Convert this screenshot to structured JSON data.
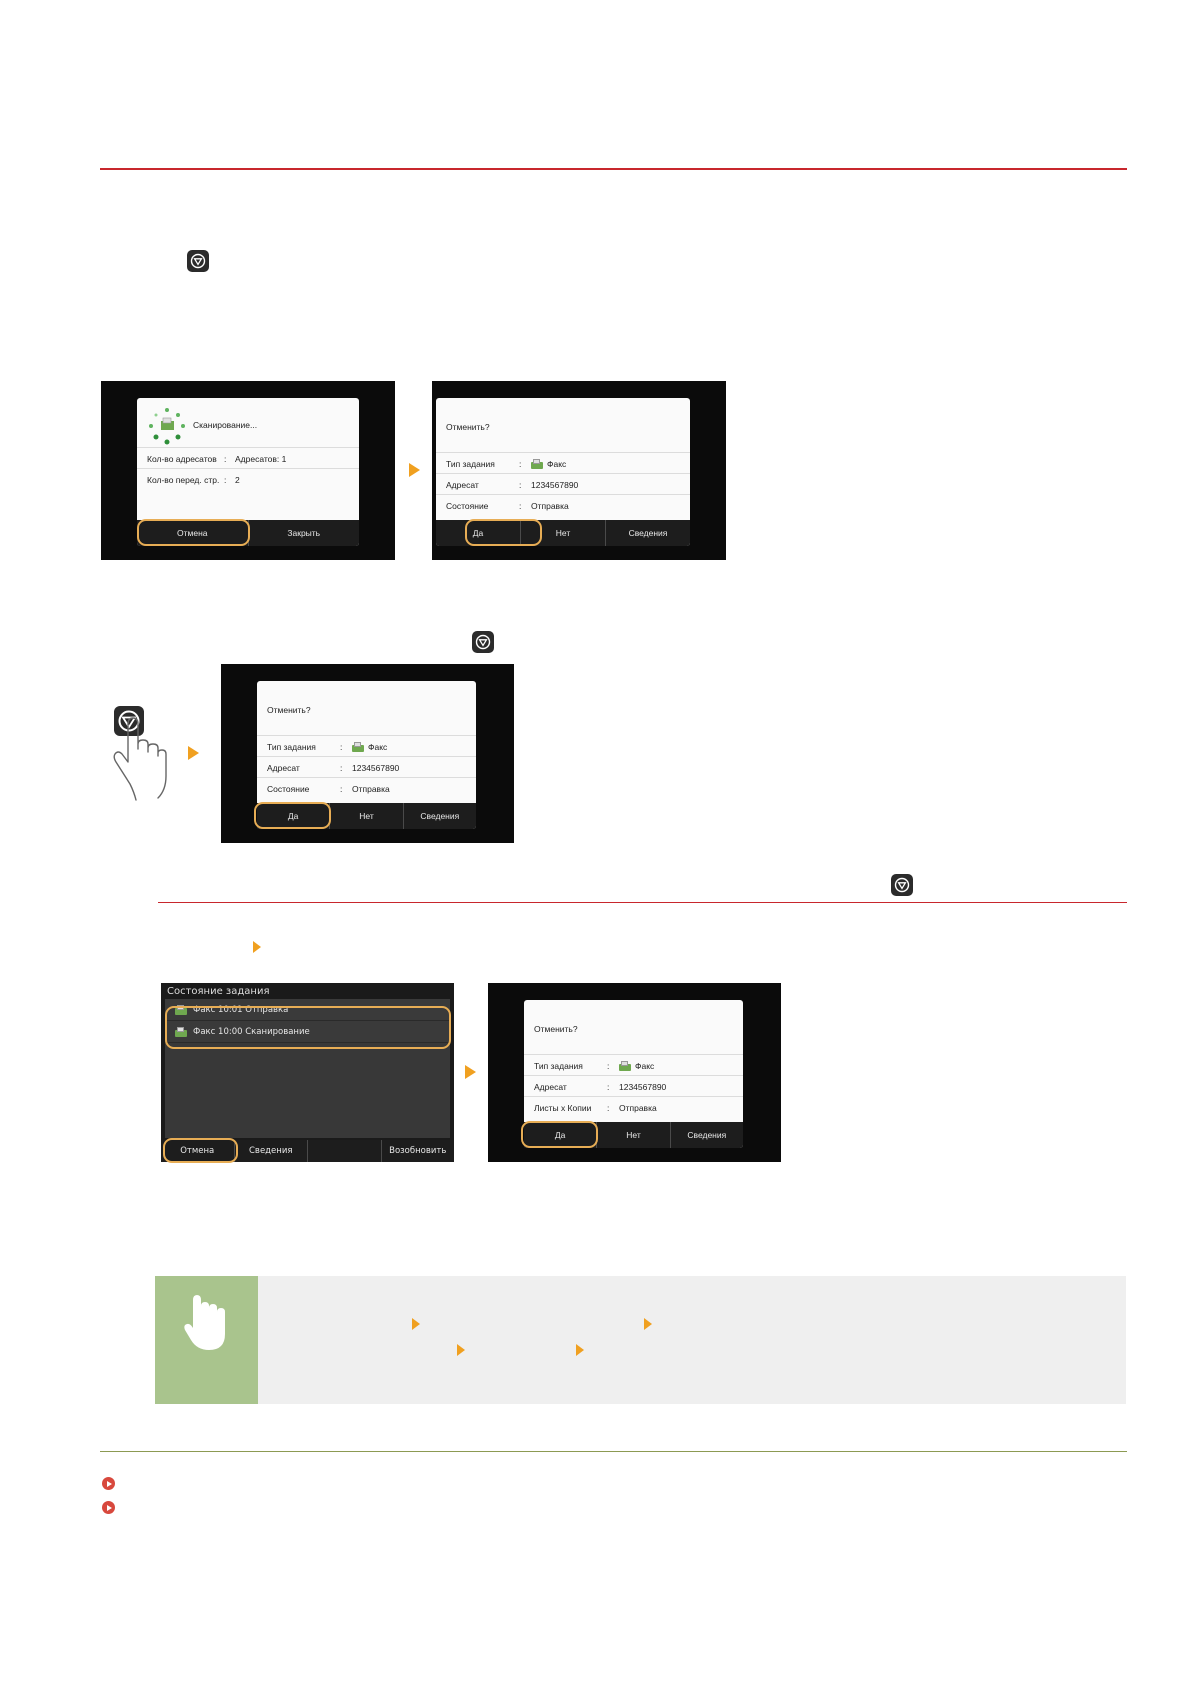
{
  "scan_progress_dialog": {
    "status_text": "Сканирование...",
    "rows": [
      {
        "label": "Кол-во адресатов",
        "value": "Адресатов: 1"
      },
      {
        "label": "Кол-во перед. стр.",
        "value": "2"
      }
    ],
    "buttons": [
      "Отмена",
      "Закрыть"
    ]
  },
  "cancel_dialog_1": {
    "title": "Отменить?",
    "rows": [
      {
        "label": "Тип задания",
        "value": "Факс"
      },
      {
        "label": "Адресат",
        "value": "1234567890"
      },
      {
        "label": "Состояние",
        "value": "Отправка"
      }
    ],
    "buttons": [
      "Да",
      "Нет",
      "Сведения"
    ]
  },
  "cancel_dialog_2": {
    "title": "Отменить?",
    "rows": [
      {
        "label": "Тип задания",
        "value": "Факс"
      },
      {
        "label": "Адресат",
        "value": "1234567890"
      },
      {
        "label": "Состояние",
        "value": "Отправка"
      }
    ],
    "buttons": [
      "Да",
      "Нет",
      "Сведения"
    ]
  },
  "job_status_screen": {
    "title": "Состояние задания",
    "items": [
      "Факс 10:01 Отправка",
      "Факс 10:00 Сканирование"
    ],
    "buttons": [
      "Отмена",
      "Сведения",
      "",
      "Возобновить"
    ]
  },
  "cancel_dialog_3": {
    "title": "Отменить?",
    "rows": [
      {
        "label": "Тип задания",
        "value": "Факс"
      },
      {
        "label": "Адресат",
        "value": "1234567890"
      },
      {
        "label": "Листы x Копии",
        "value": "Отправка"
      }
    ],
    "buttons": [
      "Да",
      "Нет",
      "Сведения"
    ]
  },
  "icons": {
    "stop": "stop-button-icon",
    "hand": "hand-press-icon",
    "tip": "pointing-hand-icon",
    "link": "link-bullet-icon"
  },
  "colors": {
    "accent_red": "#c8272d",
    "highlight_orange": "#e7ad55",
    "arrow_orange": "#f0a020",
    "tip_green": "#a9c48d"
  }
}
